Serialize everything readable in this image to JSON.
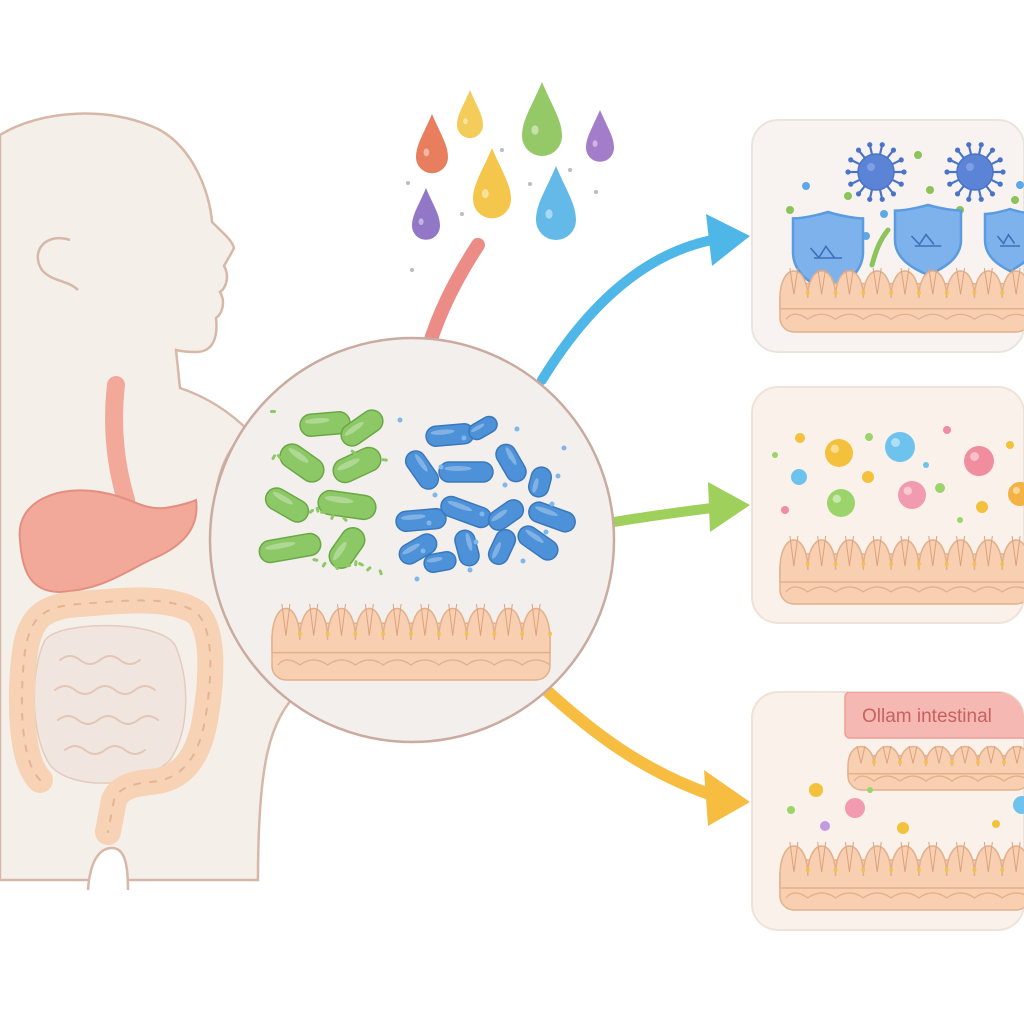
{
  "diagram": {
    "colors": {
      "background": "#ffffff",
      "body_fill": "#f5efea",
      "body_stroke": "#d6b8a8",
      "stomach": "#f2a99a",
      "intestine": "#f7d2b4",
      "intestine_stroke": "#e4b493",
      "tissue": "#f8cfb1",
      "tissue_stroke": "#e2b08c",
      "zoom_circle_fill": "#f3efec",
      "zoom_circle_stroke": "#c9aba0",
      "panel_fill": "#f8f3f0",
      "panel_fill_warm": "#faf1ea",
      "green_bacteria": "#8cc865",
      "blue_bacteria": "#4d91d8",
      "arrow_red": "#ec8c86",
      "arrow_blue": "#4fb7e8",
      "arrow_green": "#9fd05c",
      "arrow_yellow": "#f6bd40",
      "shield": "#5b9be0",
      "virus": "#4a74c9",
      "label_bg": "#f5b8b2"
    },
    "droplets": [
      {
        "color": "#e6734f"
      },
      {
        "color": "#f2c84b"
      },
      {
        "color": "#8cc35a"
      },
      {
        "color": "#9b72c4"
      },
      {
        "color": "#f4c13d"
      },
      {
        "color": "#8a6bc2"
      },
      {
        "color": "#56b3e6"
      }
    ],
    "arrows": [
      {
        "name": "prebiotic-arrow",
        "color": "#ec8c86"
      },
      {
        "name": "immune-arrow",
        "color": "#4fb7e8"
      },
      {
        "name": "nutrient-arrow",
        "color": "#9fd05c"
      },
      {
        "name": "barrier-arrow",
        "color": "#f6bd40"
      }
    ],
    "panels": [
      {
        "name": "immune-defense-panel",
        "icon": "shield-virus-icon"
      },
      {
        "name": "nutrient-metabolite-panel",
        "icon": "molecule-dots-icon"
      },
      {
        "name": "intestinal-barrier-panel",
        "icon": "tissue-layer-icon",
        "label": "Ollam intestinal"
      }
    ]
  }
}
